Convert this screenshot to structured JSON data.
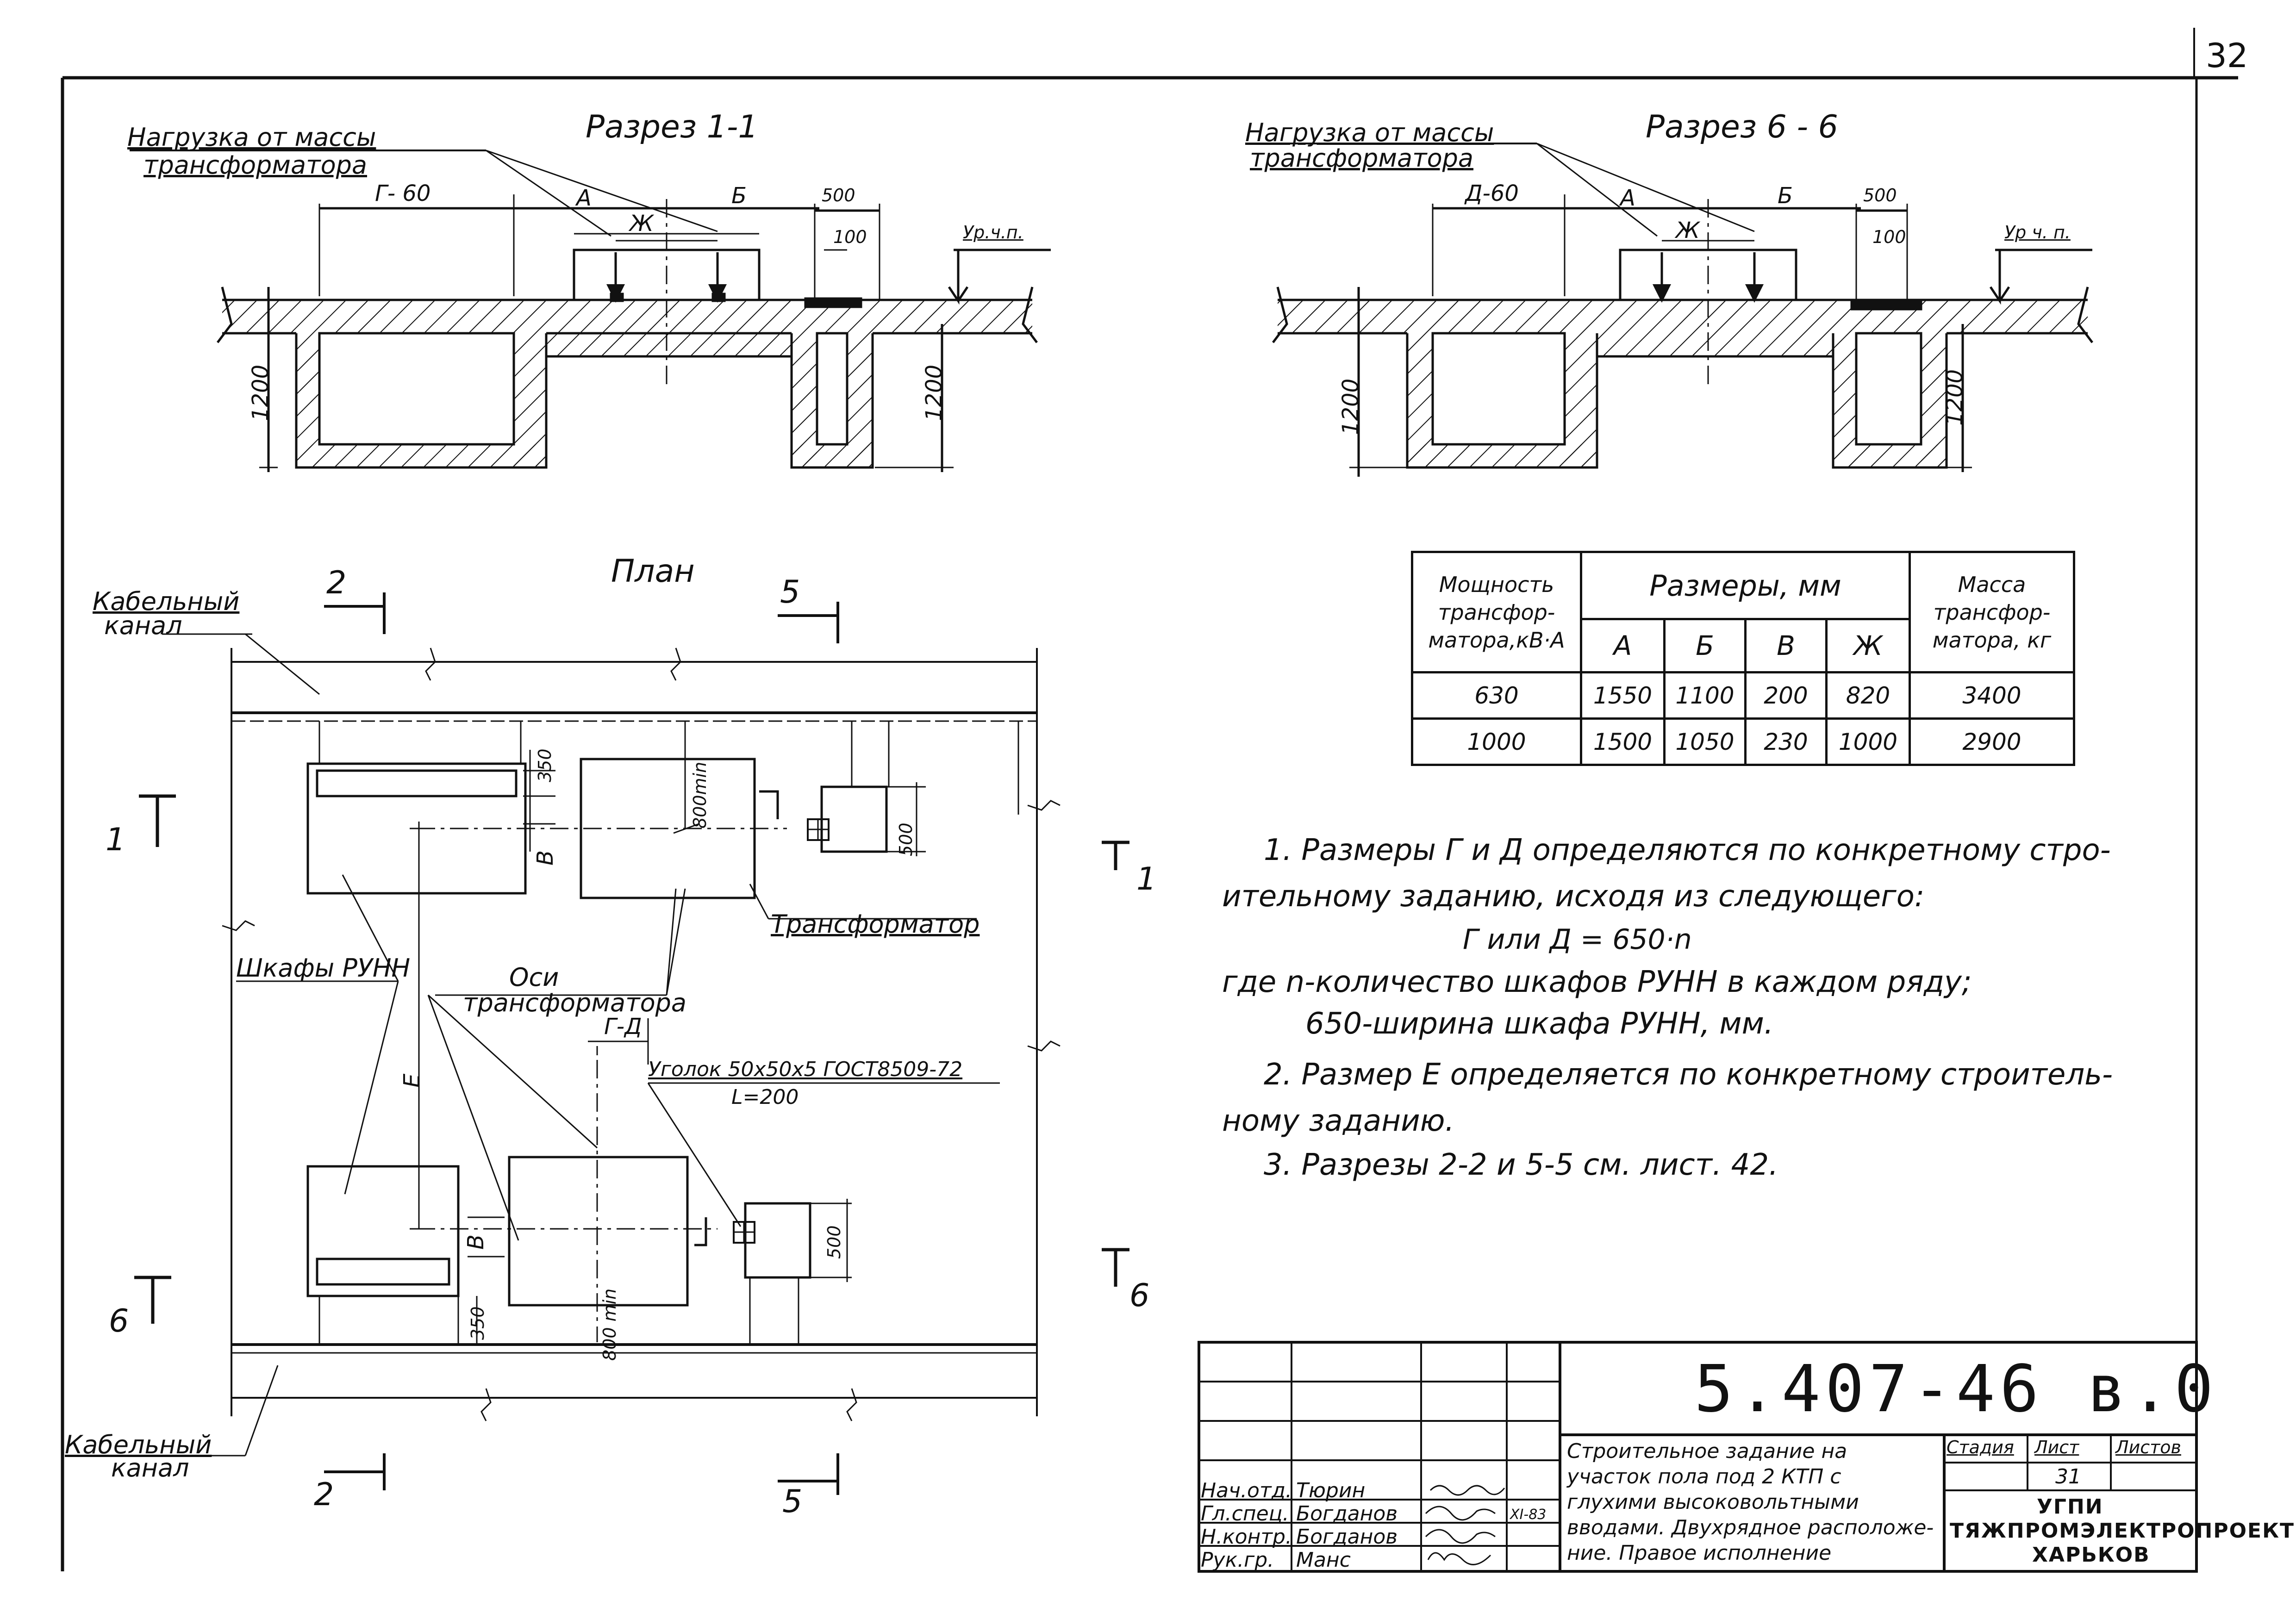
{
  "sheet_number": "32",
  "section_1_1": {
    "title": "Разрез 1-1",
    "load_label_line1": "Нагрузка от массы",
    "load_label_line2": "трансформатора",
    "dims": {
      "g60": "Г- 60",
      "a": "А",
      "b": "Б",
      "zh": "Ж",
      "d500": "500",
      "d100": "100",
      "level": "Ур.ч.п.",
      "depth_left": "1200",
      "depth_right": "1200"
    }
  },
  "section_6_6": {
    "title": "Разрез 6 - 6",
    "load_label_line1": "Нагрузка от массы",
    "load_label_line2": "трансформатора",
    "dims": {
      "d60": "Д-60",
      "a": "А",
      "b": "Б",
      "zh": "Ж",
      "d500": "500",
      "d100": "100",
      "level": "Ур ч. п.",
      "depth_left": "1200",
      "depth_right": "1200"
    }
  },
  "plan": {
    "title": "План",
    "cable_channel_top": [
      "Кабельный",
      "канал"
    ],
    "cable_channel_bottom": [
      "Кабельный",
      "канал"
    ],
    "section_marks": {
      "s2_top": "2",
      "s5_top": "5",
      "s1_left": "1",
      "s1_right": "1",
      "s6_left": "6",
      "s6_right": "6",
      "s2_bottom": "2",
      "s5_bottom": "5"
    },
    "cabinets_label": "Шкафы РУНН",
    "axes_label": [
      "Оси",
      "трансформатора"
    ],
    "transformer_label": "Трансформатор",
    "angle_label": [
      "Уголок 50х50х5 ГОСТ8509-72",
      "L=200"
    ],
    "dims": {
      "d350_top": "350",
      "d800_top": "800min",
      "v_top": "В",
      "d500_top": "500",
      "e": "Е",
      "gd": "Г-Д",
      "v_bottom": "В",
      "d500_bottom": "500",
      "d800_bottom": "800 min",
      "d350_bottom": "350"
    }
  },
  "table": {
    "header_power": [
      "Мощность",
      "трансфор-",
      "матора,кВ·А"
    ],
    "header_sizes": "Размеры, мм",
    "header_mass": [
      "Масса",
      "трансфор-",
      "матора, кг"
    ],
    "columns": [
      "А",
      "Б",
      "В",
      "Ж"
    ],
    "rows": [
      {
        "power": "630",
        "a": "1550",
        "b": "1100",
        "v": "200",
        "zh": "820",
        "mass": "3400"
      },
      {
        "power": "1000",
        "a": "1500",
        "b": "1050",
        "v": "230",
        "zh": "1000",
        "mass": "2900"
      }
    ]
  },
  "notes": {
    "n1_line1": "1. Размеры Г и Д определяются по конкретному стро-",
    "n1_line2": "ительному заданию, исходя из следующего:",
    "formula": "Г или Д = 650·n",
    "where_line1": "где   n-количество шкафов РУНН в каждом ряду;",
    "where_line2": "650-ширина шкафа РУНН, мм.",
    "n2_line1": "2. Размер Е определяется по конкретному строитель-",
    "n2_line2": "ному заданию.",
    "n3": "3. Разрезы 2-2 и 5-5 см. лист. 42."
  },
  "title_block": {
    "code": "5.407-46 в.0",
    "description": [
      "Строительное задание на",
      "участок пола под 2 КТП с",
      "глухими высоковольтными",
      "вводами. Двухрядное расположе-",
      "ние. Правое исполнение"
    ],
    "stage_label": "Стадия",
    "sheet_label": "Лист",
    "sheets_label": "Листов",
    "sheet_value": "31",
    "org": [
      "УГПИ",
      "ТЯЖПРОМЭЛЕКТРОПРОЕКТ",
      "ХАРЬКОВ"
    ],
    "date": "XI-83",
    "people": [
      {
        "role": "Нач.отд.",
        "name": "Тюрин"
      },
      {
        "role": "Гл.спец.",
        "name": "Богданов"
      },
      {
        "role": "Н.контр.",
        "name": "Богданов"
      },
      {
        "role": "Рук.гр.",
        "name": "Манс"
      }
    ]
  }
}
